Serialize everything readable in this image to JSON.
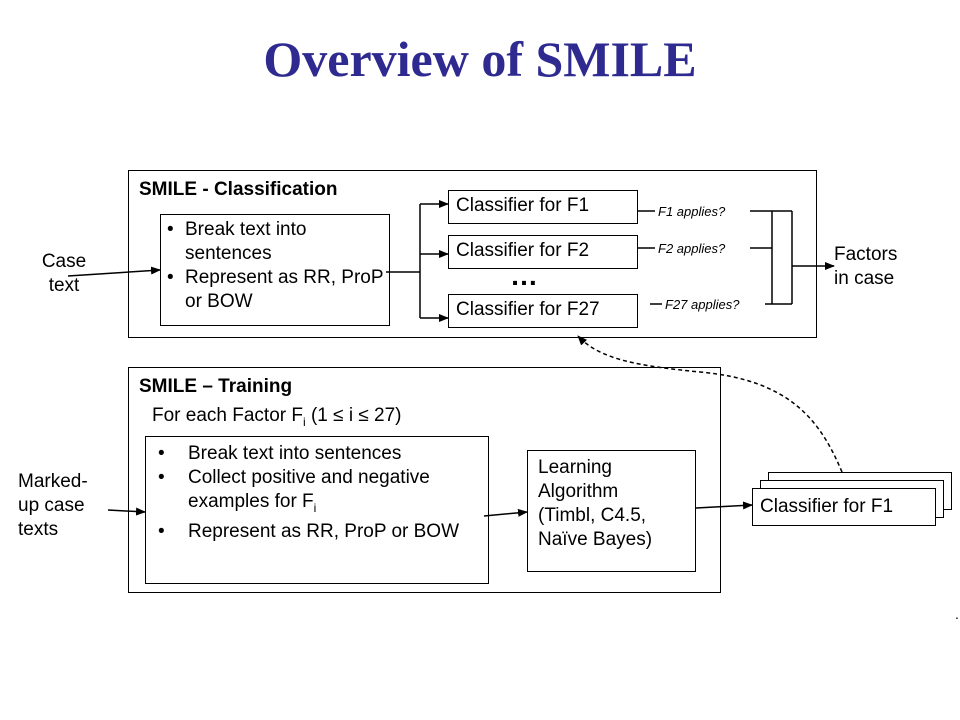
{
  "title": "Overview of SMILE",
  "classification": {
    "heading": "SMILE - Classification",
    "steps": [
      "Break text into sentences",
      "Represent as RR, ProP or BOW"
    ],
    "classifiers": [
      "Classifier for F1",
      "Classifier for F2",
      "Classifier for F27"
    ],
    "ellipsis": "…",
    "applies": [
      "F1 applies?",
      "F2 applies?",
      "F27 applies?"
    ],
    "input": [
      "Case",
      "text"
    ],
    "output": [
      "Factors",
      "in case"
    ]
  },
  "training": {
    "heading": "SMILE – Training",
    "for_each_prefix": "For each Factor F",
    "for_each_sub": "i",
    "for_each_suffix": " (1 ≤ i ≤ 27)",
    "steps": [
      "Break text into sentences",
      "Collect positive and negative examples for F",
      "Represent as RR, ProP or BOW"
    ],
    "step2_sub": "i",
    "learning": [
      "Learning",
      "Algorithm",
      "(Timbl, C4.5,",
      "Naïve Bayes)"
    ],
    "input": [
      "Marked-",
      "up case",
      "texts"
    ],
    "output_classifier": "Classifier for F1"
  },
  "footer_mark": "."
}
